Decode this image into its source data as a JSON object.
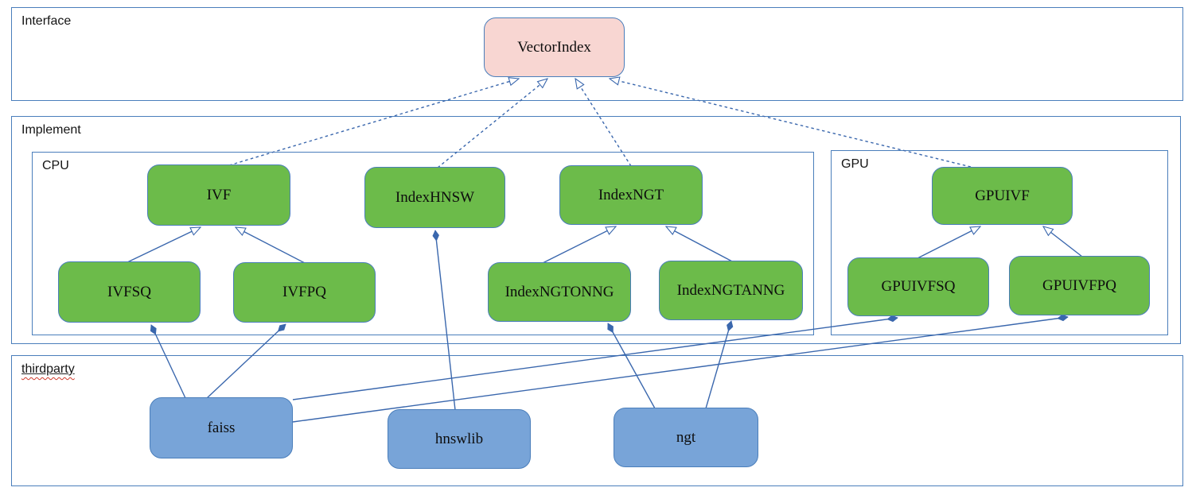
{
  "sections": {
    "interface": {
      "label": "Interface"
    },
    "implement": {
      "label": "Implement"
    },
    "cpu": {
      "label": "CPU"
    },
    "gpu": {
      "label": "GPU"
    },
    "thirdparty": {
      "label": "thirdparty"
    }
  },
  "nodes": {
    "vectorindex": {
      "label": "VectorIndex",
      "kind": "interface"
    },
    "ivf": {
      "label": "IVF",
      "kind": "implementation"
    },
    "indexhnsw": {
      "label": "IndexHNSW",
      "kind": "implementation"
    },
    "indexngt": {
      "label": "IndexNGT",
      "kind": "implementation"
    },
    "ivfsq": {
      "label": "IVFSQ",
      "kind": "implementation"
    },
    "ivfpq": {
      "label": "IVFPQ",
      "kind": "implementation"
    },
    "indexngtonng": {
      "label": "IndexNGTONNG",
      "kind": "implementation"
    },
    "indexngtanng": {
      "label": "IndexNGTANNG",
      "kind": "implementation"
    },
    "gpuivf": {
      "label": "GPUIVF",
      "kind": "implementation"
    },
    "gpuivfsq": {
      "label": "GPUIVFSQ",
      "kind": "implementation"
    },
    "gpuivfpq": {
      "label": "GPUIVFPQ",
      "kind": "implementation"
    },
    "faiss": {
      "label": "faiss",
      "kind": "thirdparty"
    },
    "hnswlib": {
      "label": "hnswlib",
      "kind": "thirdparty"
    },
    "ngt": {
      "label": "ngt",
      "kind": "thirdparty"
    }
  },
  "edges": [
    {
      "from": "IVF",
      "to": "VectorIndex",
      "type": "realization"
    },
    {
      "from": "IndexHNSW",
      "to": "VectorIndex",
      "type": "realization"
    },
    {
      "from": "IndexNGT",
      "to": "VectorIndex",
      "type": "realization"
    },
    {
      "from": "GPUIVF",
      "to": "VectorIndex",
      "type": "realization"
    },
    {
      "from": "IVFSQ",
      "to": "IVF",
      "type": "generalization"
    },
    {
      "from": "IVFPQ",
      "to": "IVF",
      "type": "generalization"
    },
    {
      "from": "IndexNGTONNG",
      "to": "IndexNGT",
      "type": "generalization"
    },
    {
      "from": "IndexNGTANNG",
      "to": "IndexNGT",
      "type": "generalization"
    },
    {
      "from": "GPUIVFSQ",
      "to": "GPUIVF",
      "type": "generalization"
    },
    {
      "from": "GPUIVFPQ",
      "to": "GPUIVF",
      "type": "generalization"
    },
    {
      "from": "faiss",
      "to": "IVFSQ",
      "type": "composition"
    },
    {
      "from": "faiss",
      "to": "IVFPQ",
      "type": "composition"
    },
    {
      "from": "faiss",
      "to": "GPUIVFSQ",
      "type": "composition"
    },
    {
      "from": "faiss",
      "to": "GPUIVFPQ",
      "type": "composition"
    },
    {
      "from": "hnswlib",
      "to": "IndexHNSW",
      "type": "composition"
    },
    {
      "from": "ngt",
      "to": "IndexNGTONNG",
      "type": "composition"
    },
    {
      "from": "ngt",
      "to": "IndexNGTANNG",
      "type": "composition"
    }
  ],
  "colors": {
    "node-green": "#6cbb4a",
    "node-pink": "#f8d6d2",
    "node-blue": "#78a4d8",
    "node-border": "#4a7ebb",
    "container-border": "#4a7ebb",
    "line": "#3a67ad",
    "squiggle": "#d03a2b"
  }
}
